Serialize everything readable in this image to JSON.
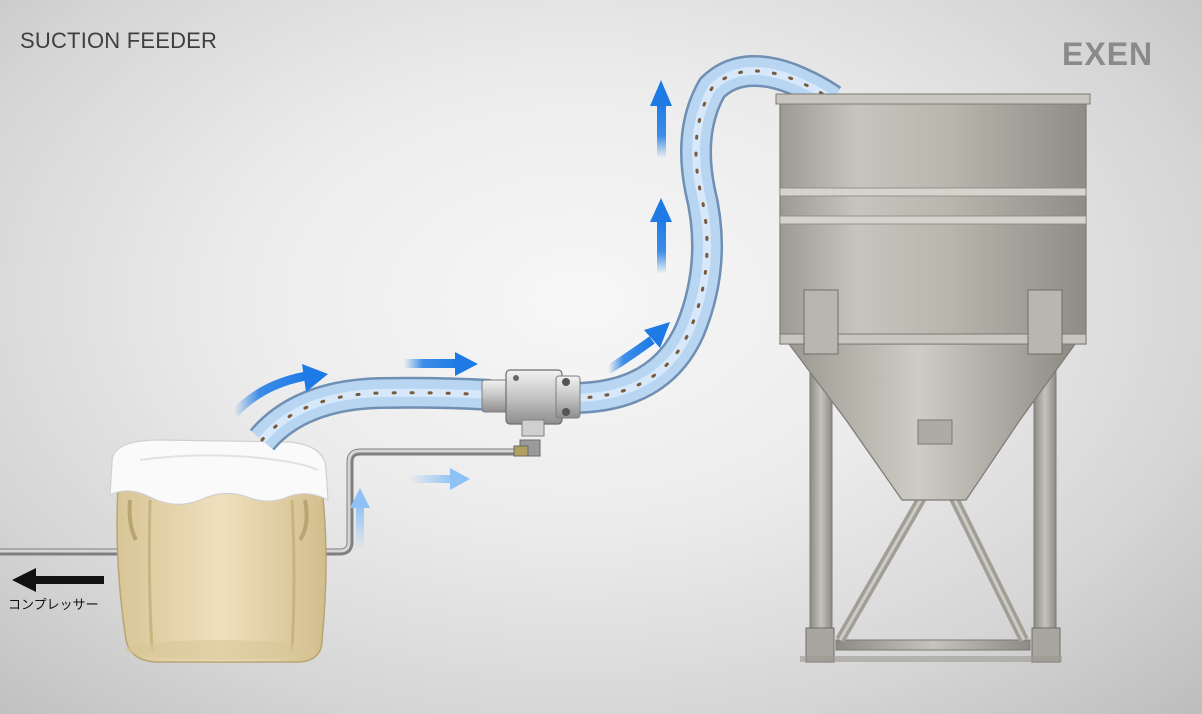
{
  "header": {
    "title": "SUCTION FEEDER"
  },
  "logo": {
    "text_left": "EX",
    "text_accent": "",
    "text_right": "EN",
    "text_color": "#8a8a8a",
    "accent_color": "#e0301e"
  },
  "labels": {
    "compressor": "コンプレッサー"
  },
  "colors": {
    "flow_arrow_dark": "#1e7be6",
    "flow_arrow_light": "#8ec2f5",
    "hose_fill": "#a9cdf0",
    "pipe_metal": "#a8a8a8",
    "hopper_metal": "#b7b4ad",
    "bag_fill": "#e8d7b0",
    "bag_cover": "#fafafa",
    "compressor_arrow": "#111111"
  },
  "icons": {
    "compressor_direction": "arrow-left-icon",
    "flow": "arrow-icon",
    "ejector": "ejector-valve-icon"
  }
}
